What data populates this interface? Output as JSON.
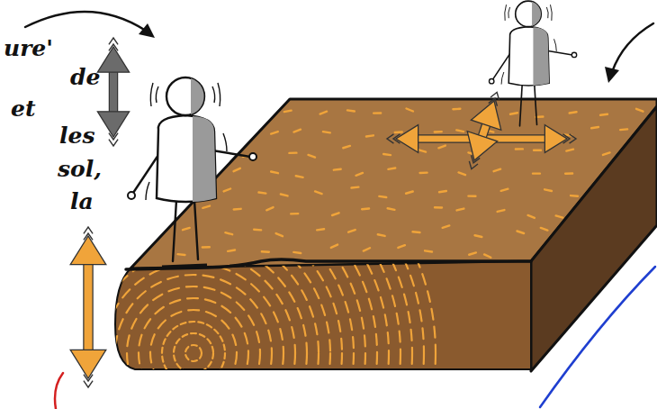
{
  "diagram": {
    "labels": [
      "ure'",
      "de",
      "et",
      "les",
      "sol,",
      "la"
    ]
  }
}
